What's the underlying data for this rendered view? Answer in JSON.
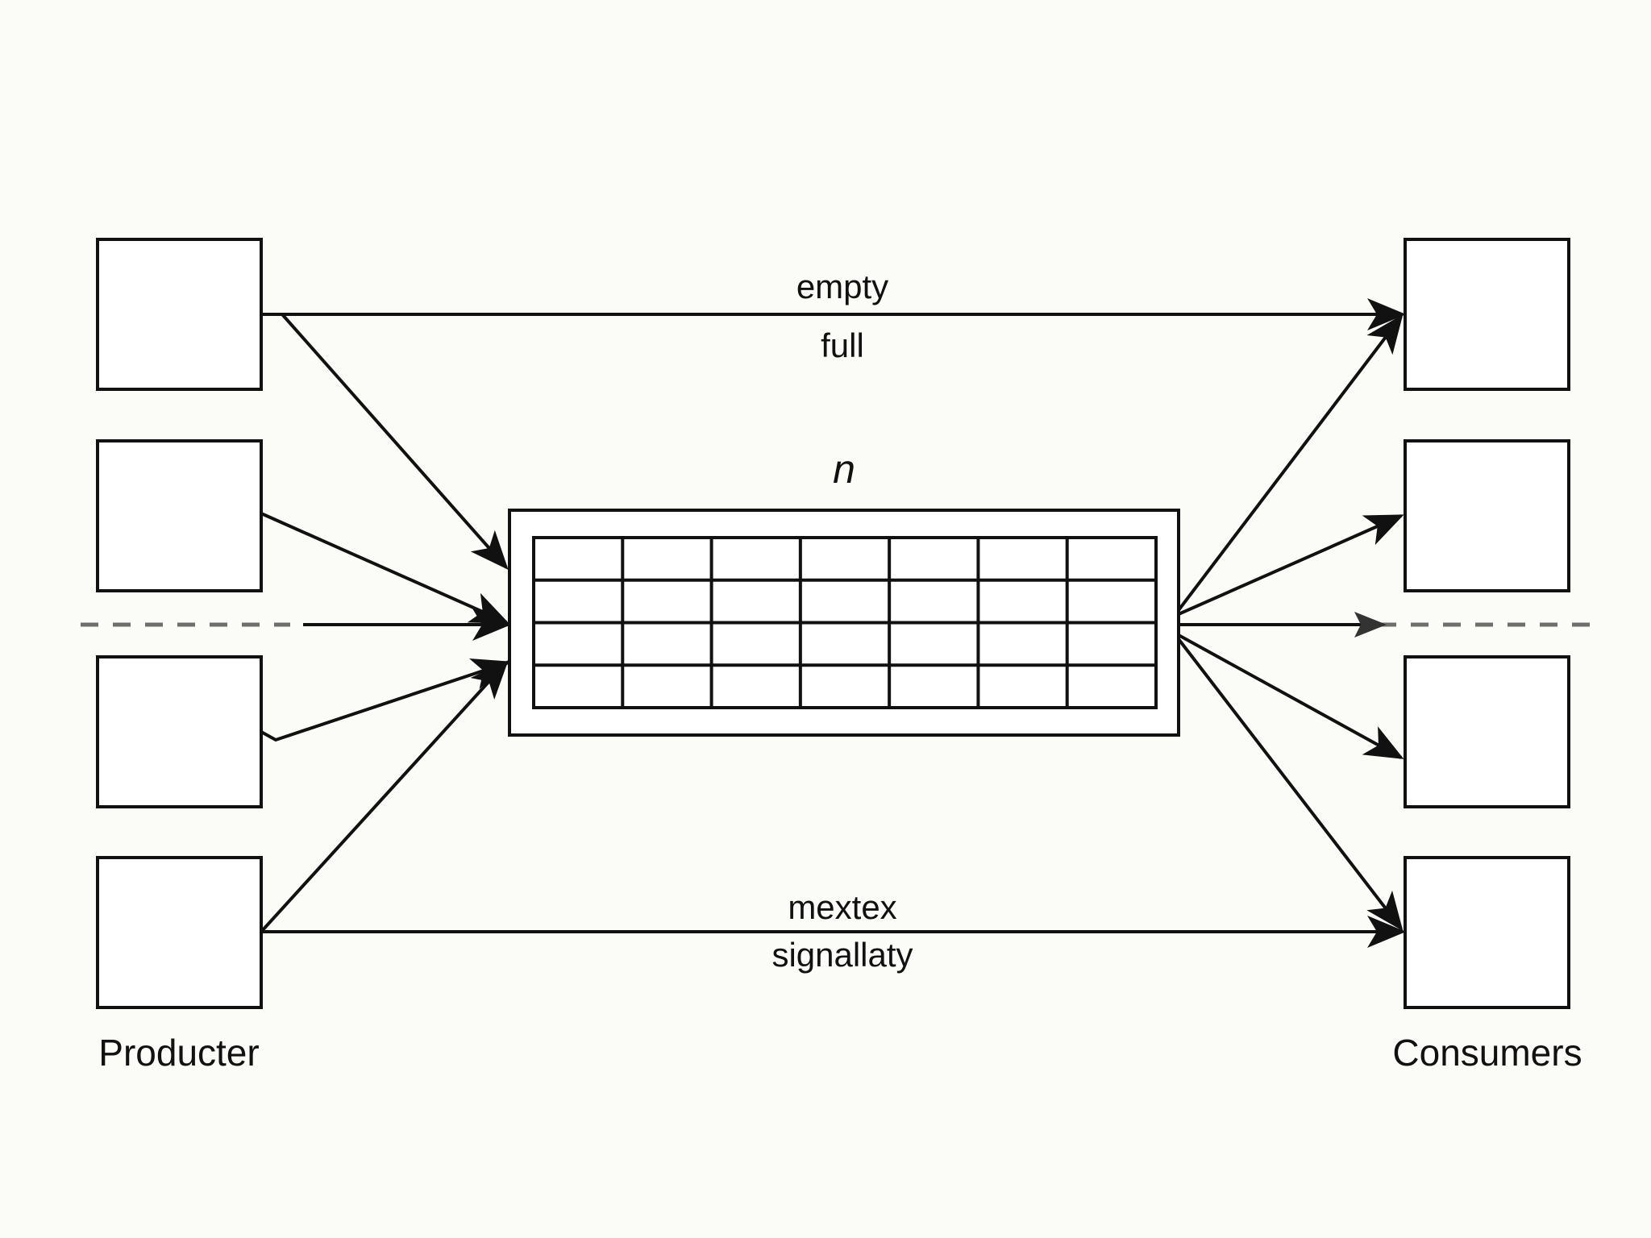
{
  "diagram": {
    "labels": {
      "top_upper": "empty",
      "top_lower": "full",
      "buffer_size": "n",
      "bottom_upper": "mextex",
      "bottom_lower": "signallaty",
      "producers": "Producter",
      "consumers": "Consumers"
    },
    "buffer": {
      "rows": 4,
      "columns": 7
    },
    "producer_count": 4,
    "consumer_count": 4,
    "colors": {
      "stroke": "#111111",
      "dashed": "#6e6e6e",
      "background": "#fbfbf8"
    }
  }
}
